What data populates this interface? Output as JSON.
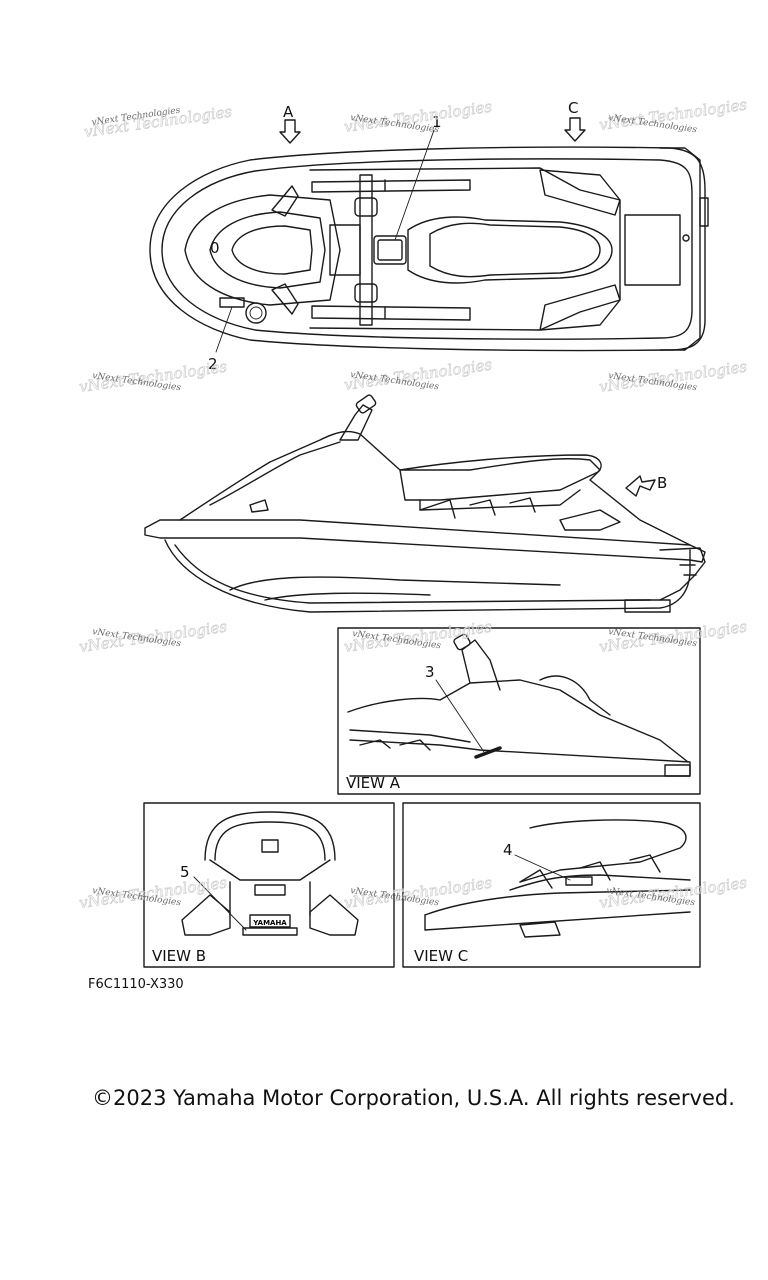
{
  "callouts": {
    "one": "1",
    "two": "2",
    "three": "3",
    "four": "4",
    "five": "5",
    "zero": "0"
  },
  "view_arrows": {
    "a": "A",
    "b": "B",
    "c": "C"
  },
  "views": {
    "view_a": "VIEW A",
    "view_b": "VIEW B",
    "view_c": "VIEW C"
  },
  "watermark": {
    "text": "vNext Technologies"
  },
  "emblem_text": "YAMAHA",
  "figure_code": "F6C1110-X330",
  "copyright": "©2023 Yamaha Motor Corporation, U.S.A. All rights reserved."
}
